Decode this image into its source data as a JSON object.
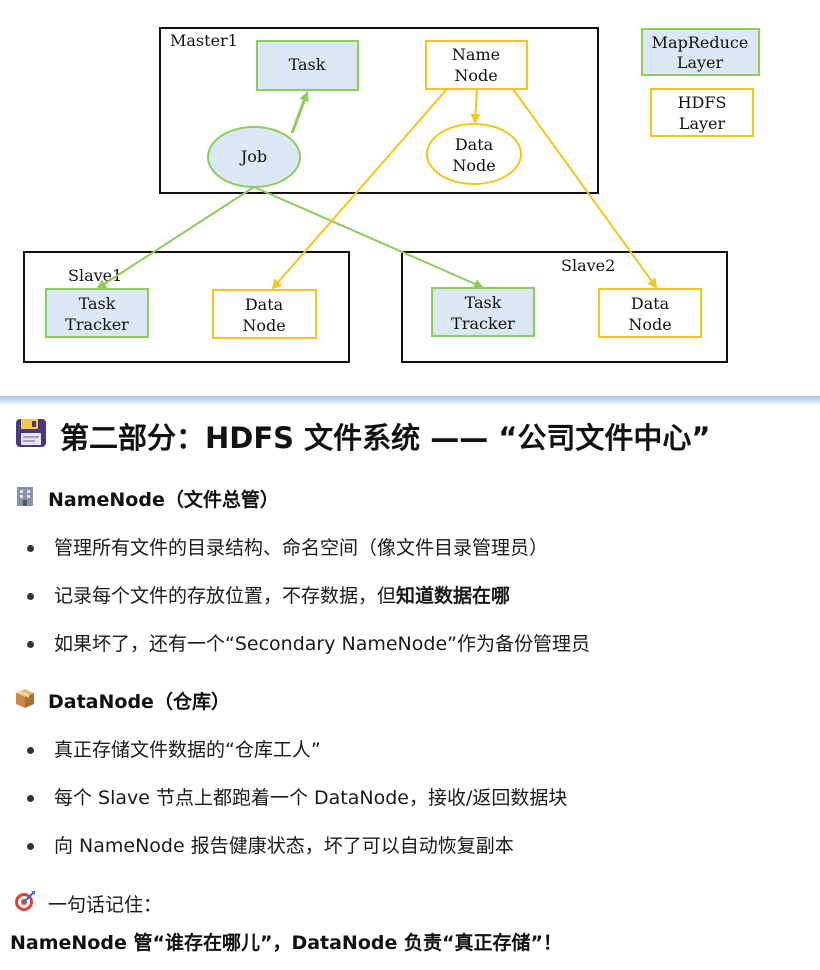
{
  "diagram": {
    "master_label": "Master1",
    "task": "Task",
    "name_node": [
      "Name",
      "Node"
    ],
    "data_node_master": [
      "Data",
      "Node"
    ],
    "job": "Job",
    "legend_mapreduce": [
      "MapReduce",
      "Layer"
    ],
    "legend_hdfs": [
      "HDFS",
      "Layer"
    ],
    "slave1_label": "Slave1",
    "slave2_label": "Slave2",
    "task_tracker": [
      "Task",
      "Tracker"
    ],
    "data_node": [
      "Data",
      "Node"
    ],
    "colors": {
      "mapreduce_fill": "#dce8f5",
      "mapreduce_stroke": "#8ccd5c",
      "hdfs_stroke": "#f5c518"
    }
  },
  "section": {
    "icon": "floppy-disk-icon",
    "title": "第二部分：HDFS 文件系统 —— “公司文件中心”"
  },
  "namenode": {
    "icon": "office-building-icon",
    "heading": "NameNode（文件总管）",
    "bullets": [
      {
        "text": "管理所有文件的目录结构、命名空间（像文件目录管理员）"
      },
      {
        "text": "记录每个文件的存放位置，不存数据，但",
        "bold": "知道数据在哪"
      },
      {
        "text": "如果坏了，还有一个“Secondary NameNode”作为备份管理员"
      }
    ]
  },
  "datanode": {
    "icon": "package-box-icon",
    "heading": "DataNode（仓库）",
    "bullets": [
      {
        "text": "真正存储文件数据的“仓库工人”"
      },
      {
        "text": "每个 Slave 节点上都跑着一个 DataNode，接收/返回数据块"
      },
      {
        "text": "向 NameNode 报告健康状态，坏了可以自动恢复副本"
      }
    ]
  },
  "remember": {
    "icon": "target-dart-icon",
    "label": "一句话记住：",
    "summary": "NameNode 管“谁存在哪儿”，DataNode 负责“真正存储”！"
  }
}
